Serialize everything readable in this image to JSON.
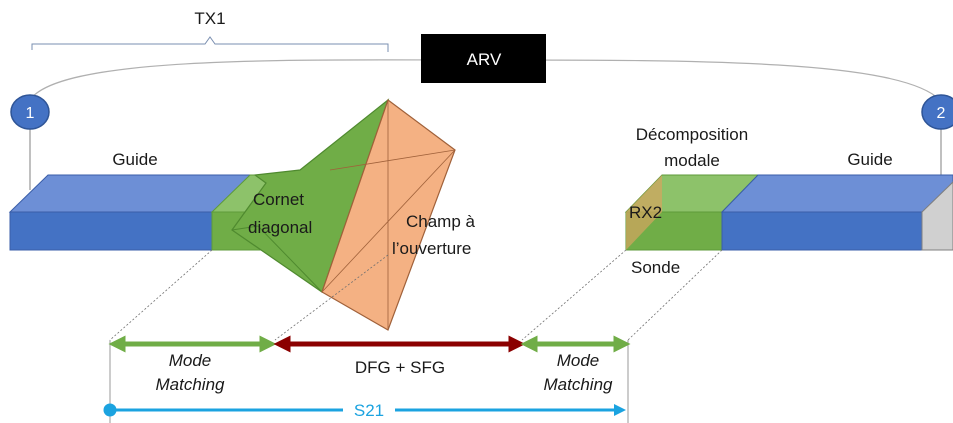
{
  "labels": {
    "tx1": "TX1",
    "arv": "ARV",
    "port1": "1",
    "port2": "2",
    "guide_left": "Guide",
    "guide_right": "Guide",
    "cornet_line1": "Cornet",
    "cornet_line2": "diagonal",
    "champ_line1": "Champ à",
    "champ_line2": "l’ouverture",
    "decomp_line1": "Décomposition",
    "decomp_line2": "modale",
    "rx2": "RX2",
    "sonde": "Sonde",
    "mode_left_1": "Mode",
    "mode_left_2": "Matching",
    "dfg_sfg": "DFG + SFG",
    "mode_right_1": "Mode",
    "mode_right_2": "Matching",
    "s21": "S21"
  },
  "colors": {
    "waveguide_blue": "#4472c4",
    "waveguide_top": "#6d8fd6",
    "horn_green": "#70ad47",
    "horn_green_dark": "#5e9a3a",
    "aperture_orange": "#f4b183",
    "arrow_green": "#70ad47",
    "arrow_darkred": "#8b0000",
    "arrow_cyan": "#1ba3e0",
    "arv_box": "#000000",
    "port_circle": "#2f5597"
  }
}
